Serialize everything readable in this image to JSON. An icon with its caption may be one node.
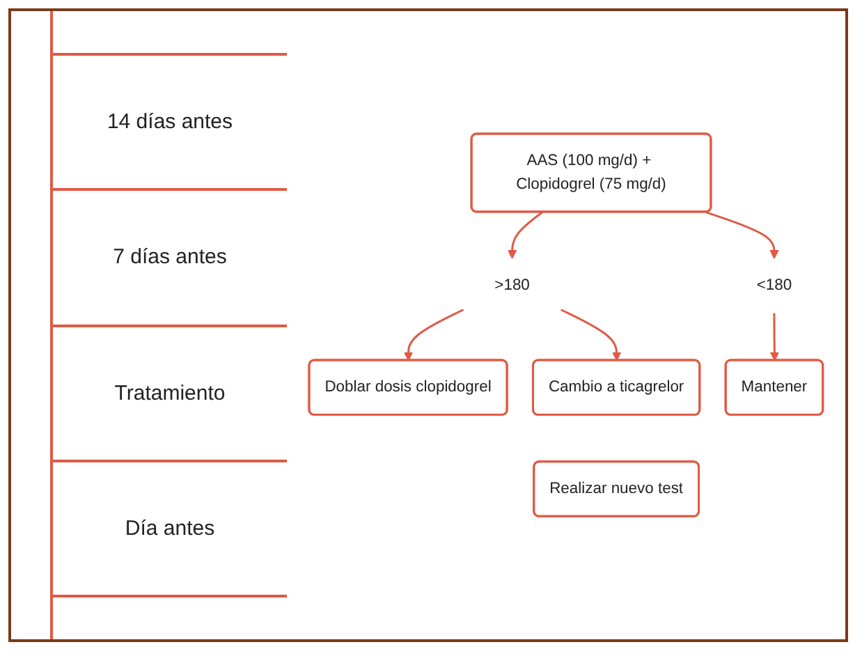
{
  "diagram": {
    "nodes": [
      {
        "text": [
          "AAS (100 mg/d) + Clopidogrel (75 mg/d)"
        ]
      },
      {
        "text": [
          ">180"
        ]
      },
      {
        "text": [
          "<180"
        ]
      },
      {
        "text": [
          "Doblar dosis clopidogrel"
        ]
      },
      {
        "text": [
          "Cambio a ticagrelor"
        ]
      },
      {
        "text": [
          "Mantener"
        ]
      },
      {
        "text": [
          "Realizar nuevo test"
        ]
      }
    ],
    "edges": [
      {
        "from": 0,
        "to": 1,
        "arrow": "to"
      },
      {
        "from": 0,
        "to": 2,
        "arrow": "to"
      },
      {
        "from": 1,
        "to": 3,
        "arrow": "to"
      },
      {
        "from": 1,
        "to": 4,
        "arrow": "to"
      },
      {
        "from": 2,
        "to": 5,
        "arrow": "to"
      }
    ],
    "labels": [
      "14 días antes",
      "7 días antes",
      "Tratamiento",
      "Día antes"
    ]
  }
}
